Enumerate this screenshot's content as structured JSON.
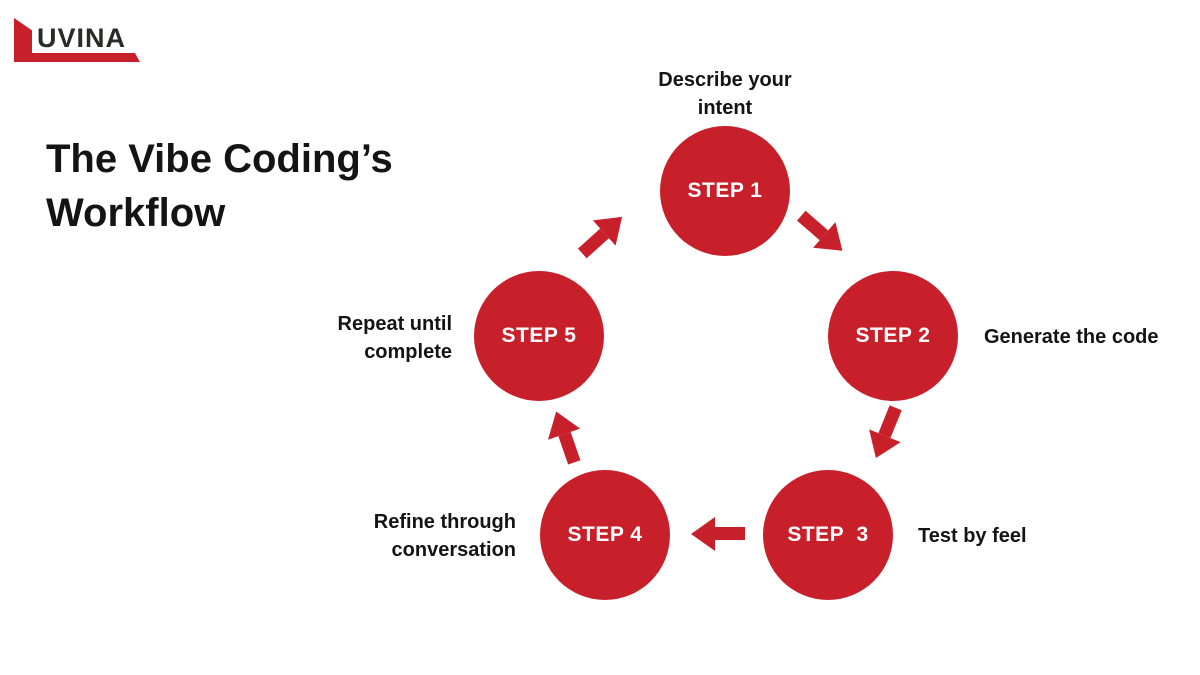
{
  "logo": {
    "text": "UVINA",
    "accent_color": "#C8202B",
    "text_color": "#2B2A29"
  },
  "title": {
    "lines": [
      "The Vibe Coding’s",
      "Workflow"
    ]
  },
  "diagram": {
    "type": "circular-workflow",
    "steps": [
      {
        "label": "STEP 1",
        "caption_lines": [
          "Describe your",
          "intent"
        ],
        "caption_position": "top"
      },
      {
        "label": "STEP 2",
        "caption_lines": [
          "Generate the code"
        ],
        "caption_position": "right"
      },
      {
        "label": "STEP  3",
        "caption_lines": [
          "Test by feel"
        ],
        "caption_position": "right"
      },
      {
        "label": "STEP 4",
        "caption_lines": [
          "Refine through",
          "conversation"
        ],
        "caption_position": "left"
      },
      {
        "label": "STEP 5",
        "caption_lines": [
          "Repeat until",
          "complete"
        ],
        "caption_position": "left"
      }
    ],
    "arrows": [
      {
        "from": "STEP 1",
        "to": "STEP 2",
        "direction": "down-right"
      },
      {
        "from": "STEP 2",
        "to": "STEP 3",
        "direction": "down-left"
      },
      {
        "from": "STEP 3",
        "to": "STEP 4",
        "direction": "left"
      },
      {
        "from": "STEP 4",
        "to": "STEP 5",
        "direction": "up-left"
      },
      {
        "from": "STEP 5",
        "to": "STEP 1",
        "direction": "up-right"
      }
    ],
    "colors": {
      "node": "#C8202B",
      "arrow": "#C8202B",
      "node_text": "#FFFFFF",
      "caption_text": "#141414",
      "background": "#FFFFFF"
    }
  }
}
